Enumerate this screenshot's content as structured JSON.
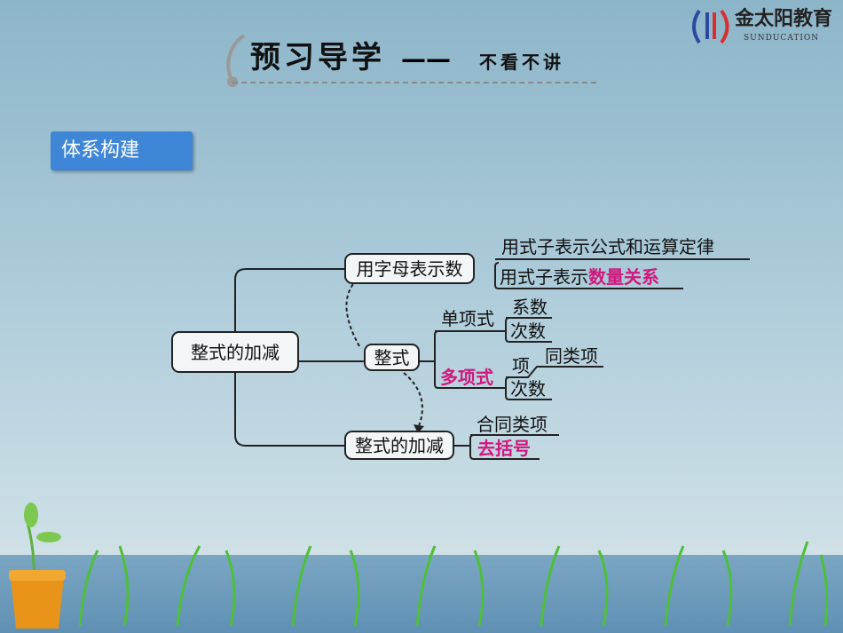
{
  "header": {
    "title": "预习导学",
    "dash": "——",
    "subtitle": "不看不讲"
  },
  "logo": {
    "name": "金太阳教育",
    "english": "SUNDUCATION"
  },
  "section_tag": "体系构建",
  "mindmap": {
    "root": "整式的加减",
    "branch1": {
      "label": "用字母表示数",
      "items": [
        "用式子表示公式和运算定律",
        "用式子表示"
      ],
      "highlight": "数量关系"
    },
    "branch2": {
      "label": "整式",
      "monomial": "单项式",
      "monomial_items": [
        "系数",
        "次数"
      ],
      "polynomial": "多项式",
      "polynomial_items": [
        "项",
        "同类项",
        "次数"
      ]
    },
    "branch3": {
      "label": "整式的加减",
      "items": [
        "合同类项"
      ],
      "highlight": "去括号"
    }
  },
  "colors": {
    "highlight": "#d0187d",
    "tag": "#3f86d6"
  }
}
